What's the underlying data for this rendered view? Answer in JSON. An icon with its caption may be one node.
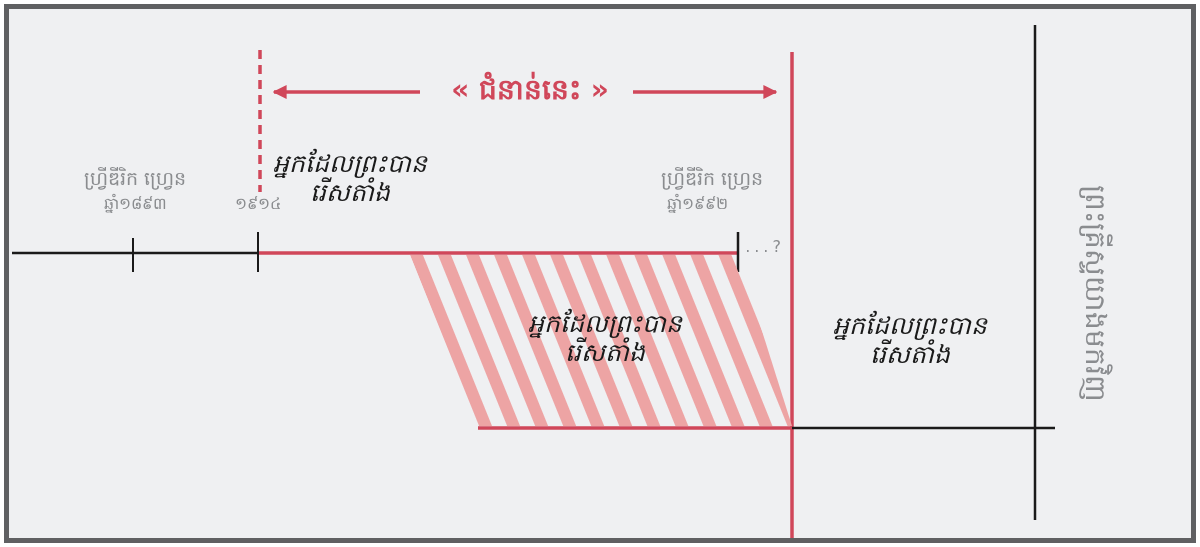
{
  "diagram": {
    "nodes": [
      {
        "text": [
          "អ្នកដែលព្រះបាន រើសតាំង"
        ]
      }
    ],
    "labels": [
      "« ជំនាន់នេះ »",
      "ហ្វ្រីឌីរិក ហ្វ្រេន",
      "ឆ្នាំ១៨៩៣",
      "១៩១៤",
      "អ្នកដែលព្រះបាន រើសតាំង",
      "ហ្វ្រីឌីរិក ហ្វ្រេន",
      "ឆ្នាំ១៩៩២",
      "...?",
      "អ្នកដែលព្រះបាន រើសតាំង",
      "ព្រះគ្រីស្ទយាងមកវិញ"
    ]
  }
}
